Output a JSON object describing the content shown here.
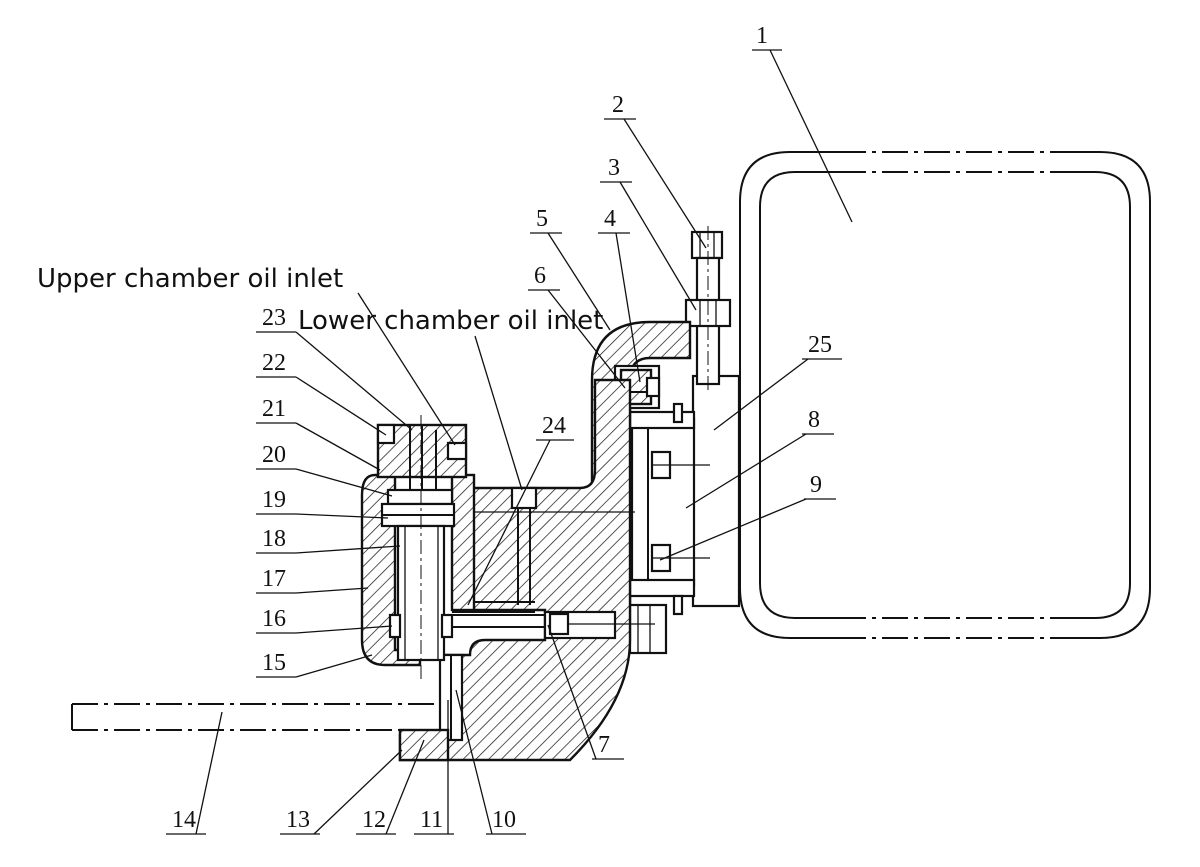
{
  "annotations": {
    "upper_inlet": "Upper chamber oil inlet",
    "lower_inlet": "Lower chamber oil inlet"
  },
  "labels": [
    "1",
    "2",
    "3",
    "4",
    "5",
    "6",
    "7",
    "8",
    "9",
    "10",
    "11",
    "12",
    "13",
    "14",
    "15",
    "16",
    "17",
    "18",
    "19",
    "20",
    "21",
    "22",
    "23",
    "24",
    "25"
  ]
}
